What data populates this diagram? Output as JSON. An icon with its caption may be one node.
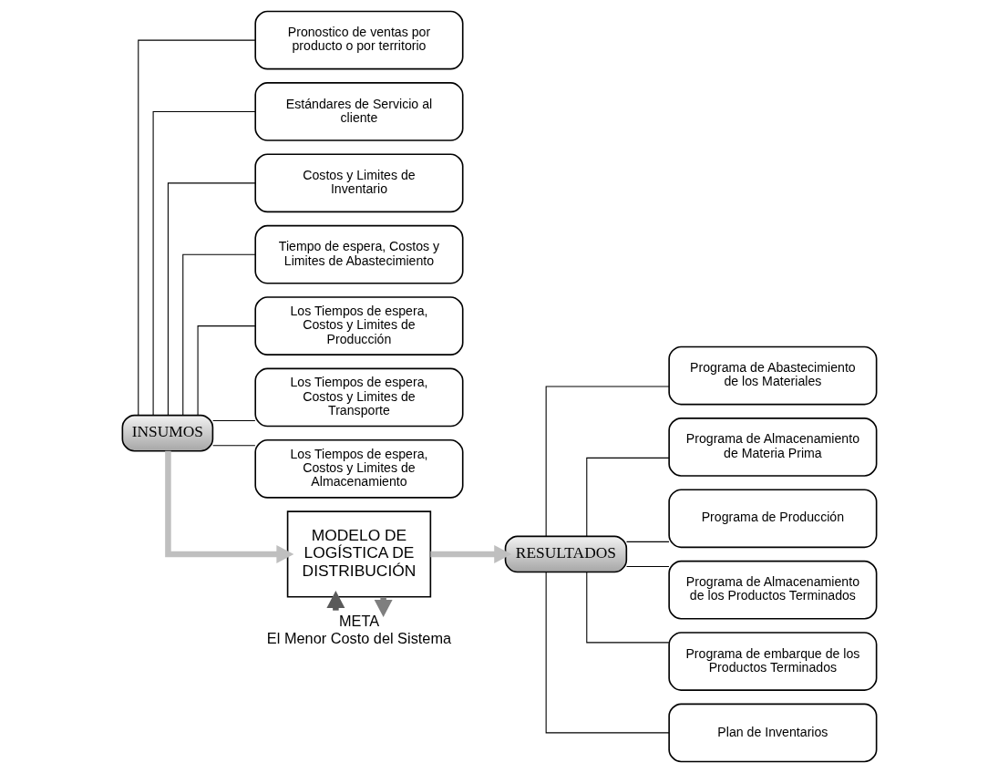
{
  "diagram": {
    "nodes": [
      {
        "text": [
          "INSUMOS"
        ]
      },
      {
        "text": [
          "Pronostico de ventas por producto o por territorio"
        ]
      },
      {
        "text": [
          "Estándares de Servicio al cliente"
        ]
      },
      {
        "text": [
          "Costos y Limites de Inventario"
        ]
      },
      {
        "text": [
          "Tiempo de espera, Costos y Limites de Abastecimiento"
        ]
      },
      {
        "text": [
          "Los Tiempos de espera, Costos y Limites de Producción"
        ]
      },
      {
        "text": [
          "Los Tiempos de espera, Costos y Limites de Transporte"
        ]
      },
      {
        "text": [
          "Los Tiempos de espera, Costos y Limites de Almacenamiento"
        ]
      },
      {
        "text": [
          "META",
          "El Menor Costo del Sistema"
        ]
      },
      {
        "text": [
          "MODELO DE LOGÍSTICA DE DISTRIBUCIÓN"
        ]
      },
      {
        "text": [
          "RESULTADOS"
        ]
      },
      {
        "text": [
          "Programa de Abastecimiento de los Materiales"
        ]
      },
      {
        "text": [
          "Programa de Almacenamiento de Materia Prima"
        ]
      },
      {
        "text": [
          "Programa de Producción"
        ]
      },
      {
        "text": [
          "Programa de Almacenamiento de los Productos Terminados"
        ]
      },
      {
        "text": [
          "Programa de embarque de los Productos Terminados"
        ]
      },
      {
        "text": [
          "Plan de Inventarios"
        ]
      }
    ],
    "edges": [
      {
        "from": 0,
        "to": 1,
        "arrow": "none"
      },
      {
        "from": 0,
        "to": 2,
        "arrow": "none"
      },
      {
        "from": 0,
        "to": 3,
        "arrow": "none"
      },
      {
        "from": 0,
        "to": 4,
        "arrow": "none"
      },
      {
        "from": 0,
        "to": 5,
        "arrow": "none"
      },
      {
        "from": 0,
        "to": 6,
        "arrow": "none"
      },
      {
        "from": 0,
        "to": 7,
        "arrow": "none"
      },
      {
        "from": 8,
        "to": 9,
        "arrow": "to",
        "style": "thick",
        "color": "#595959"
      },
      {
        "from": 9,
        "to": 8,
        "arrow": "to",
        "style": "thick",
        "color": "#7f7f7f"
      },
      {
        "from": 0,
        "to": 9,
        "arrow": "to",
        "style": "thick",
        "color": "#bfbfbf"
      },
      {
        "from": 9,
        "to": 10,
        "arrow": "to",
        "style": "thick",
        "color": "#bfbfbf"
      },
      {
        "from": 10,
        "to": 11,
        "arrow": "none"
      },
      {
        "from": 10,
        "to": 12,
        "arrow": "none"
      },
      {
        "from": 10,
        "to": 13,
        "arrow": "none"
      },
      {
        "from": 10,
        "to": 14,
        "arrow": "none"
      },
      {
        "from": 10,
        "to": 15,
        "arrow": "none"
      },
      {
        "from": 10,
        "to": 16,
        "arrow": "none"
      }
    ]
  }
}
